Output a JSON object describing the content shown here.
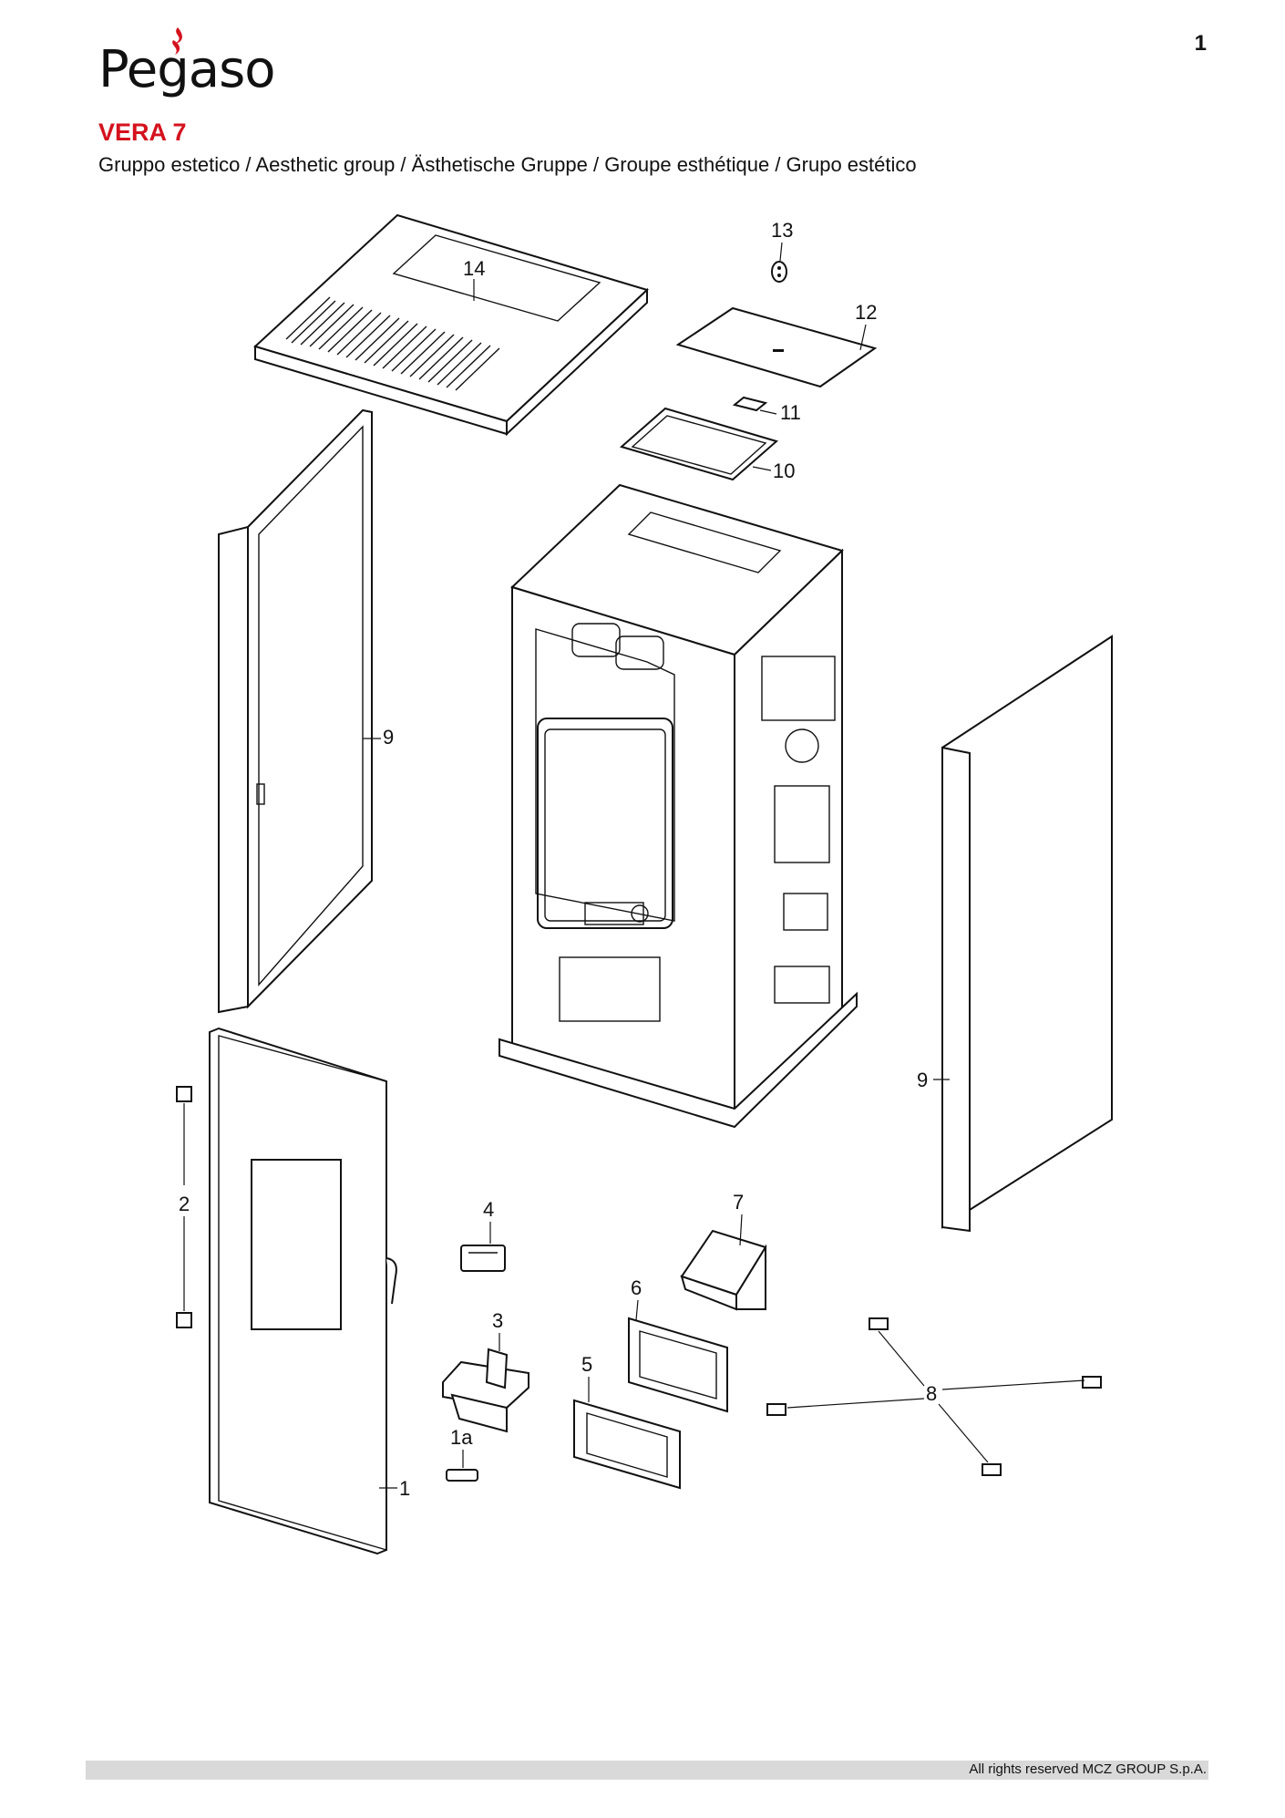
{
  "page_number": "1",
  "brand": {
    "logo_text": "Pegaso",
    "flame_color": "#d4121e"
  },
  "model": "VERA 7",
  "subtitle": "Gruppo estetico / Aesthetic group / Ästhetische Gruppe / Groupe esthétique / Grupo estético",
  "callouts": {
    "c1": "1",
    "c1a": "1a",
    "c2": "2",
    "c3": "3",
    "c4": "4",
    "c5": "5",
    "c6": "6",
    "c7": "7",
    "c8": "8",
    "c9a": "9",
    "c9b": "9",
    "c10": "10",
    "c11": "11",
    "c12": "12",
    "c13": "13",
    "c14": "14"
  },
  "footer": "All rights reserved MCZ GROUP S.p.A.",
  "colors": {
    "accent": "#d4121e",
    "footer_bar": "#d9d9d9"
  }
}
